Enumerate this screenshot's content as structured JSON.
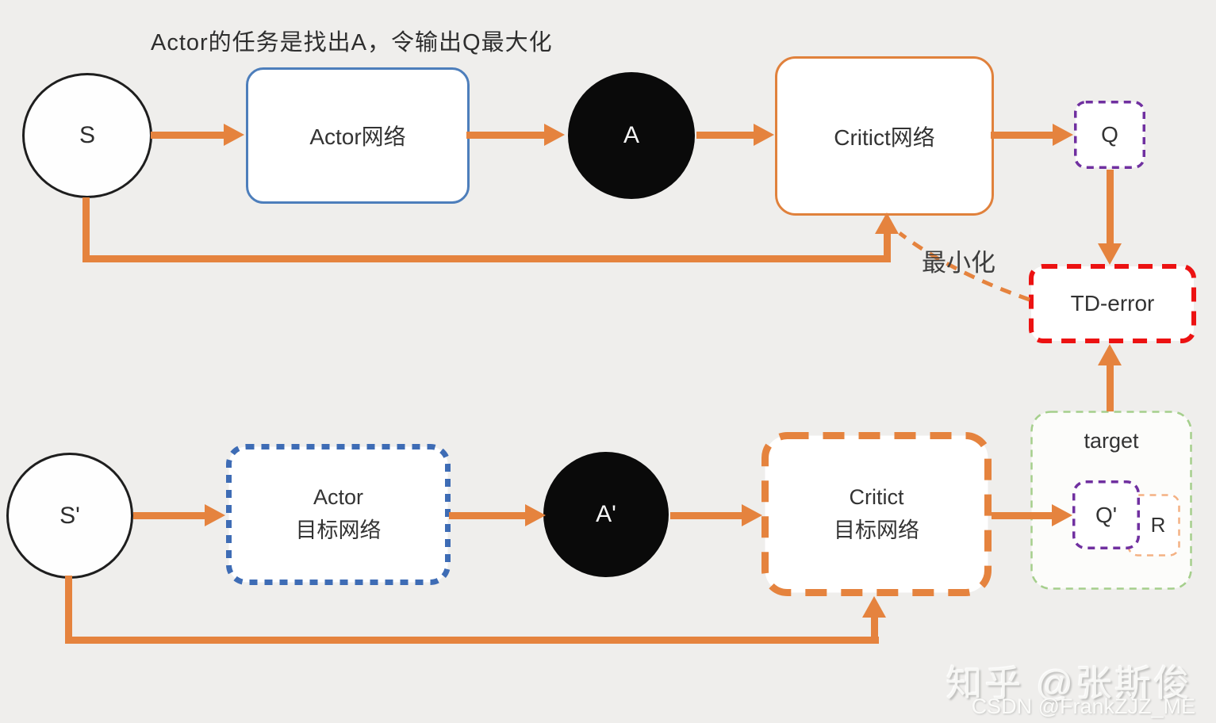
{
  "title": "Actor的任务是找出A，令输出Q最大化",
  "nodes": {
    "s": {
      "label": "S"
    },
    "actor_net": {
      "label": "Actor网络"
    },
    "a": {
      "label": "A"
    },
    "critic_net": {
      "label": "Critict网络"
    },
    "q": {
      "label": "Q"
    },
    "td_error": {
      "label": "TD-error"
    },
    "s_prime": {
      "label": "S'"
    },
    "actor_target": {
      "line1": "Actor",
      "line2": "目标网络"
    },
    "a_prime": {
      "label": "A'"
    },
    "critic_target": {
      "line1": "Critict",
      "line2": "目标网络"
    },
    "target": {
      "label": "target"
    },
    "q_prime": {
      "label": "Q'"
    },
    "r": {
      "label": "R"
    }
  },
  "annotations": {
    "minimize": "最小化"
  },
  "watermarks": {
    "zhihu": "知乎 @张斯俊",
    "csdn": "CSDN @FrankZJZ_ME"
  },
  "colors": {
    "background": "#efeeec",
    "orange": "#e5833e",
    "actor_border_blue": "#4d7ebb",
    "actor_target_blue": "#3e6cb5",
    "critic_orange": "#e0813c",
    "td_error_red": "#ec1212",
    "q_purple": "#7030a0",
    "target_green": "#a5cf8c",
    "r_peach": "#f4b183",
    "circle_black": "#0a0a0a"
  }
}
